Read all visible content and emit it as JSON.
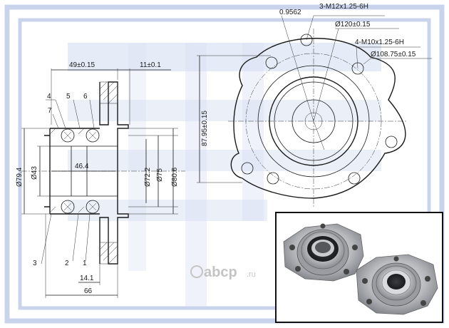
{
  "watermark": {
    "brand": "abcp",
    "suffix": ".ru"
  },
  "side_view": {
    "dims": {
      "width_top": "49±0.15",
      "flange_thk": "11±0.1",
      "d_outer": "Ø79.4",
      "d_bore": "Ø43",
      "d_72": "Ø72.2",
      "d_75": "Ø75",
      "d_80": "Ø80.6",
      "inner_len": "46.4",
      "len_14": "14.1",
      "total_len": "66"
    },
    "callouts": [
      "1",
      "2",
      "3",
      "4",
      "5",
      "6",
      "7"
    ]
  },
  "front_view": {
    "dims": {
      "offset": "0.9562",
      "thread_3": "3-M12x1.25-6H",
      "pcd_120": "Ø120±0.15",
      "thread_4": "4-M10x1.25-6H",
      "pcd_108": "Ø108.75±0.15",
      "height": "87.95±0.15"
    }
  },
  "photo": {
    "alt_icon": "wheel-hub-bearing-photo"
  },
  "colors": {
    "line": "#1a1a1a",
    "watermark": "#c9d4ec",
    "frame": "#111111"
  }
}
